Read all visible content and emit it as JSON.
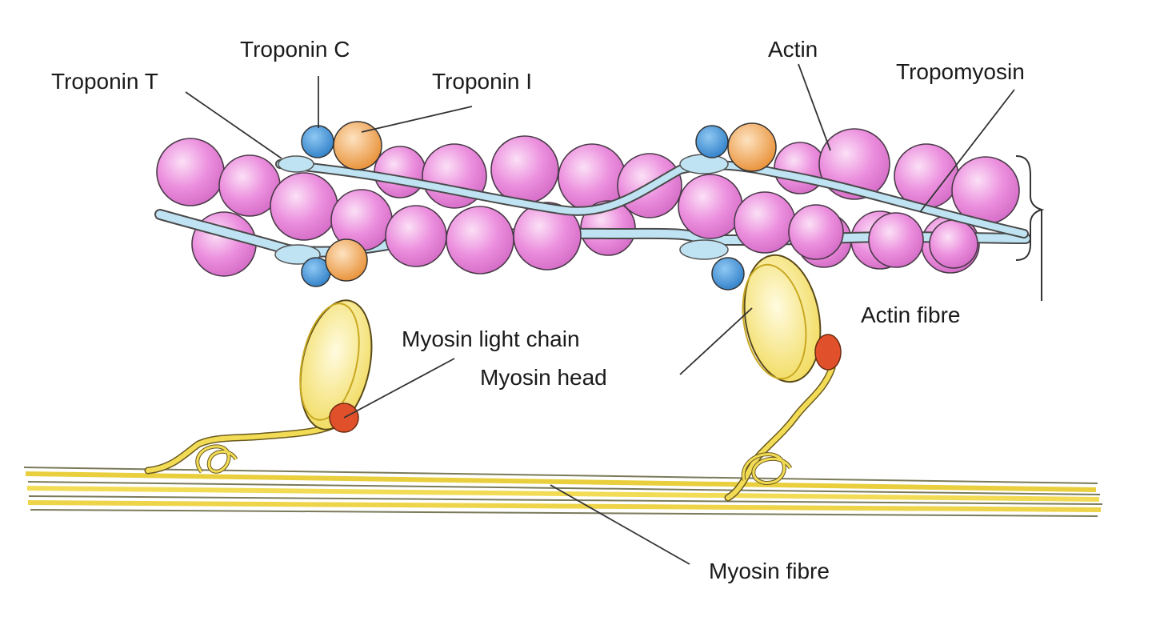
{
  "labels": {
    "troponin_c": "Troponin C",
    "troponin_t": "Troponin T",
    "troponin_i": "Troponin I",
    "actin": "Actin",
    "tropomyosin": "Tropomyosin",
    "actin_fibre": "Actin fibre",
    "myosin_light_chain": "Myosin light chain",
    "myosin_head": "Myosin head",
    "myosin_fibre": "Myosin fibre"
  },
  "colors": {
    "actin": "#e879d8",
    "actin_stroke": "#4a3a48",
    "tropomyosin": "#bfe3f2",
    "troponin_c": "#3a8fd6",
    "troponin_i": "#f0a14a",
    "myosin": "#f4e06a",
    "light_chain": "#e0502a"
  }
}
